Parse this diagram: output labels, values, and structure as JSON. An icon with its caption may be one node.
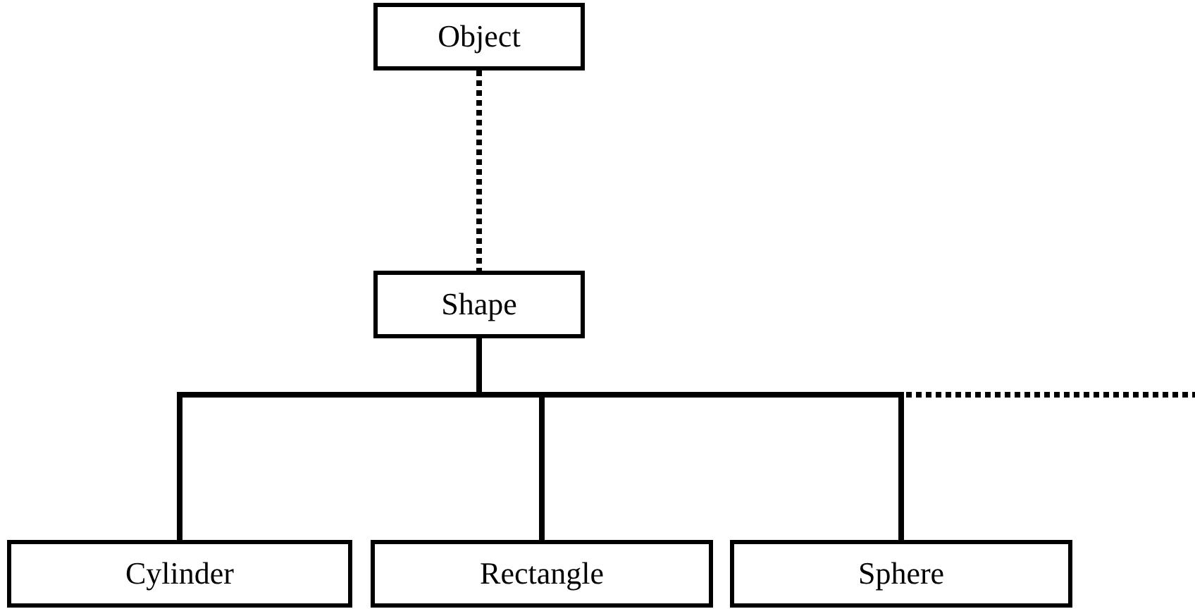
{
  "diagram": {
    "nodes": [
      {
        "text": [
          "Object"
        ]
      },
      {
        "text": [
          "Shape"
        ]
      },
      {
        "text": [
          "Cylinder"
        ]
      },
      {
        "text": [
          "Rectangle"
        ]
      },
      {
        "text": [
          "Sphere"
        ]
      }
    ],
    "edges": [
      {
        "from": 0,
        "to": 1,
        "arrow": "none",
        "style": "dashed"
      },
      {
        "from": 1,
        "to": null,
        "arrow": "none",
        "style": "dashed"
      },
      {
        "from": 1,
        "to": 2,
        "arrow": "none"
      },
      {
        "from": 1,
        "to": 3,
        "arrow": "none"
      },
      {
        "from": 1,
        "to": 4,
        "arrow": "none"
      }
    ]
  }
}
